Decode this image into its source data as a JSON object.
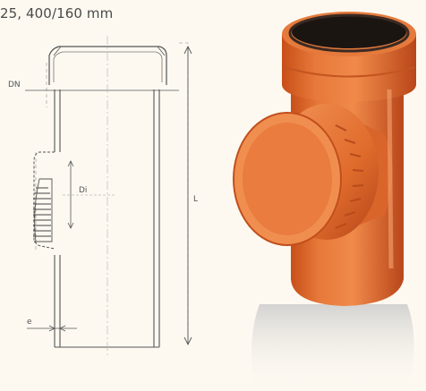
{
  "caption": "25, 400/160 mm",
  "drawing": {
    "label_dn": "DN",
    "label_di": "Di",
    "label_l": "L",
    "label_e": "e"
  },
  "photo": {
    "product": "orange PVC inspection tee with screw cap",
    "pipe_color": "#d9652a",
    "reflection_color": "#c9c9c9"
  }
}
